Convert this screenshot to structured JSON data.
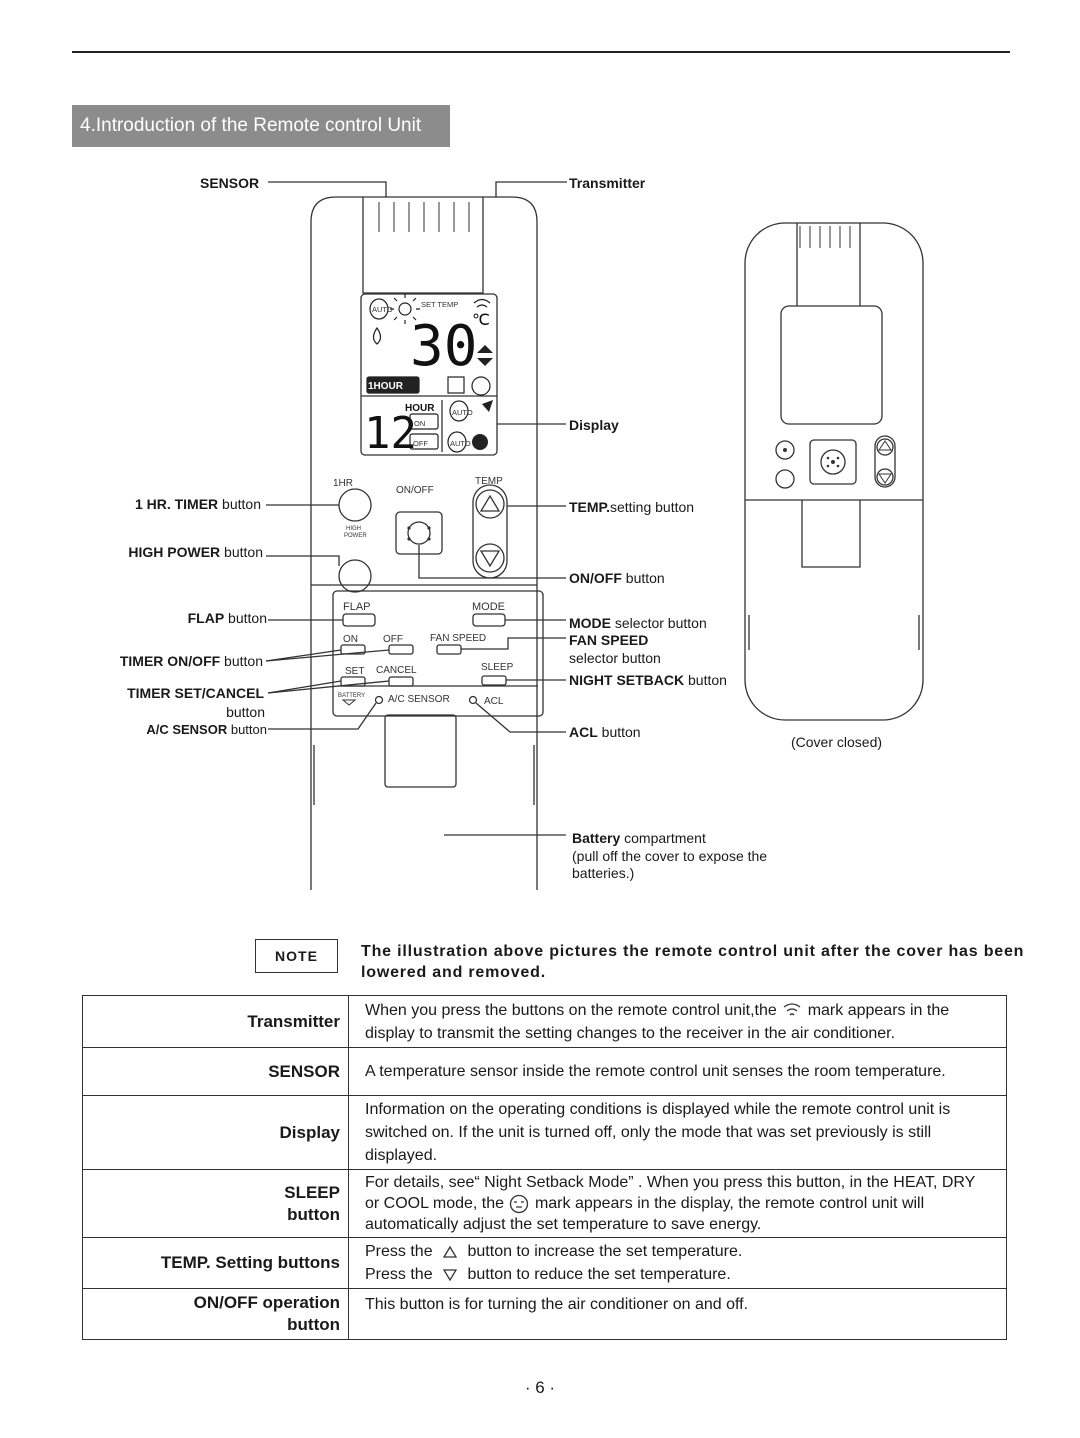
{
  "header": {
    "section_title": "4.Introduction of the Remote control Unit"
  },
  "diagram": {
    "sensor": "SENSOR",
    "transmitter": "Transmitter",
    "display": "Display",
    "one_hr_bold": "1 HR. TIMER",
    "one_hr_rest": " button",
    "high_power_bold": "HIGH POWER",
    "high_power_rest": " button",
    "flap_bold": "FLAP",
    "flap_rest": " button",
    "timer_onoff_bold": "TIMER ON/OFF",
    "timer_onoff_rest": " button",
    "timer_set_bold": "TIMER SET/CANCEL",
    "timer_set_rest": "button",
    "ac_sensor_bold": "A/C SENSOR",
    "ac_sensor_rest": " button",
    "temp_bold": "TEMP.",
    "temp_rest": "setting button",
    "onoff_bold": "ON/OFF",
    "onoff_rest": " button",
    "mode_bold": "MODE",
    "mode_rest": " selector button",
    "fan_bold": "FAN SPEED",
    "fan_rest": "selector button",
    "night_bold": "NIGHT SETBACK",
    "night_rest": " button",
    "acl_bold": "ACL",
    "acl_rest": " button",
    "battery_bold": "Battery",
    "battery_rest": " compartment",
    "battery_line2": "(pull off the cover to expose the",
    "battery_line3": "batteries.)",
    "cover_closed": "(Cover closed)",
    "remote": {
      "lcd_auto": "AUTO",
      "lcd_set_temp": "SET TEMP",
      "lcd_temp": "30",
      "lcd_unit": "℃",
      "lcd_1hour": "1HOUR",
      "lcd_hour": "HOUR",
      "lcd_timer": "12",
      "lcd_on": "ON",
      "lcd_off": "OFF",
      "btn_1hr": "1HR",
      "btn_onoff": "ON/OFF",
      "btn_temp": "TEMP",
      "btn_high_power_1": "HIGH",
      "btn_high_power_2": "POWER",
      "btn_flap": "FLAP",
      "btn_mode": "MODE",
      "btn_on": "ON",
      "btn_off": "OFF",
      "btn_fan_speed": "FAN SPEED",
      "btn_set": "SET",
      "btn_cancel": "CANCEL",
      "btn_sleep": "SLEEP",
      "btn_battery": "BATTERY",
      "btn_ac_sensor": "A/C SENSOR",
      "btn_acl": "ACL"
    }
  },
  "note": {
    "label": "NOTE",
    "text": "The illustration above pictures the remote control unit after the cover has been lowered and removed."
  },
  "table": {
    "transmitter_h": "Transmitter",
    "transmitter_d1": "When you press the buttons on the remote control unit,the",
    "transmitter_d2": "mark appears in the display to transmit the setting changes to the receiver in the air conditioner.",
    "sensor_h": "SENSOR",
    "sensor_d": "A temperature sensor inside the remote control unit senses the room temperature.",
    "display_h": "Display",
    "display_d": "Information on the operating conditions is displayed while the remote control unit is switched on. If the unit is turned off, only the mode that was set previously is still displayed.",
    "sleep_h1": "SLEEP",
    "sleep_h2": "button",
    "sleep_d1": "For details, see“ Night Setback Mode” . When you press this button, in the HEAT, DRY or COOL mode, the",
    "sleep_d2": "mark appears in the display, the remote control unit will automatically adjust the set temperature to save energy.",
    "temp_h": "TEMP. Setting buttons",
    "temp_d1a": "Press the",
    "temp_d1b": "button to increase the set temperature.",
    "temp_d2a": "Press the",
    "temp_d2b": "button to reduce the set temperature.",
    "onoff_h1": "ON/OFF operation",
    "onoff_h2": "button",
    "onoff_d": "This button is for turning the air conditioner on and off."
  },
  "footer": {
    "page": "· 6 ·"
  }
}
